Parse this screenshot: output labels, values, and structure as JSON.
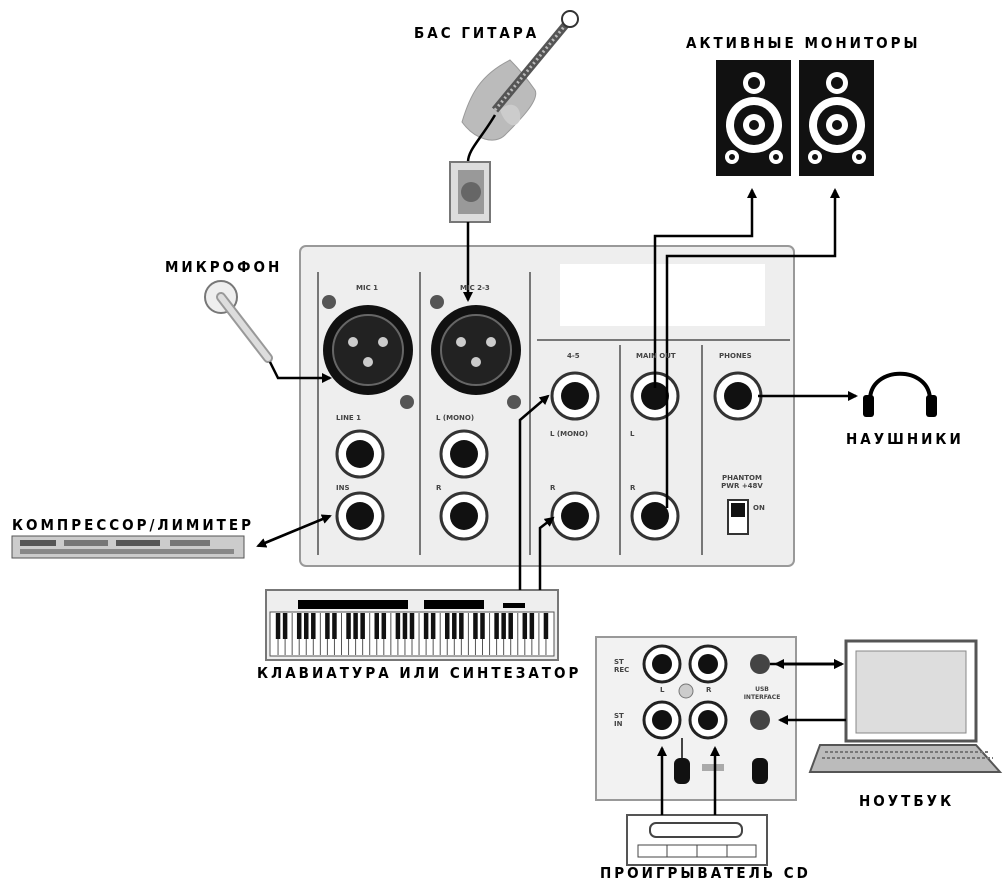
{
  "labels": {
    "bass": "БАС ГИТАРА",
    "monitors": "АКТИВНЫЕ МОНИТОРЫ",
    "mic": "МИКРОФОН",
    "headphones": "НАУШНИКИ",
    "compressor": "КОМПРЕССОР/ЛИМИТЕР",
    "keyboard": "КЛАВИАТУРА ИЛИ СИНТЕЗАТОР",
    "laptop": "НОУТБУК",
    "cd": "ПРОИГРЫВАТЕЛЬ CD"
  },
  "panel": {
    "mic1": "MIC 1",
    "mic2": "MIC 2-3",
    "line1": "LINE 1",
    "ins": "INS",
    "l_mono": "L (MONO)",
    "r": "R",
    "ch45": "4-5",
    "l_mono2": "L (MONO)",
    "r2": "R",
    "main_out": "MAIN OUT",
    "l": "L",
    "r3": "R",
    "phones": "PHONES",
    "phantom": "PHANTOM PWR +48V",
    "on": "ON",
    "st_rec": "ST REC",
    "st_in": "ST IN",
    "l_small": "L",
    "r_small": "R",
    "usb": "USB INTERFACE"
  },
  "colors": {
    "ink": "#000000",
    "panel": "#eeeeee",
    "gray": "#888888"
  }
}
